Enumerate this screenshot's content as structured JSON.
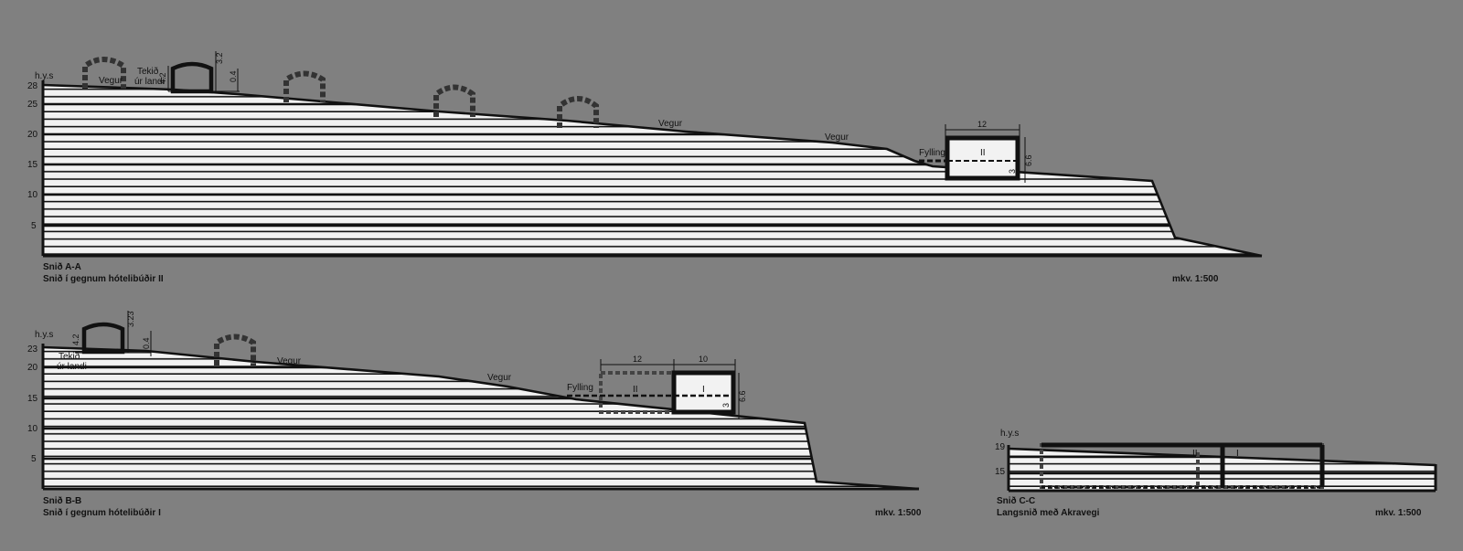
{
  "sections": {
    "aa": {
      "axis_unit": "h.y.s",
      "ticks": [
        "28",
        "25",
        "20",
        "15",
        "10",
        "5"
      ],
      "title": "Snið A-A",
      "subtitle": "Snið í gegnum hótelibúðir II",
      "scale": "mkv. 1:500",
      "labels": {
        "vegur1": "Vegur",
        "tekid1": "Tekið",
        "tekid2": "úr landi",
        "vegur2": "Vegur",
        "vegur3": "Vegur",
        "fylling": "Fylling",
        "roman": "II"
      },
      "dims": {
        "h42": "4.2",
        "h32": "3.2",
        "h04": "0.4",
        "w12": "12",
        "h66": "6.6",
        "h3": "3"
      }
    },
    "bb": {
      "axis_unit": "h.y.s",
      "ticks": [
        "23",
        "20",
        "15",
        "10",
        "5"
      ],
      "title": "Snið B-B",
      "subtitle": "Snið í gegnum hótelibúðir I",
      "scale": "mkv. 1:500",
      "labels": {
        "tekid1": "Tekið",
        "tekid2": "úr landi",
        "vegur1": "Vegur",
        "vegur2": "Vegur",
        "fylling": "Fylling",
        "roman2": "II",
        "roman1": "I"
      },
      "dims": {
        "h42": "4.2",
        "h323": "3.23",
        "h04": "0.4",
        "w12": "12",
        "w10": "10",
        "h66": "6.6",
        "h3": "3"
      }
    },
    "cc": {
      "axis_unit": "h.y.s",
      "ticks": [
        "19",
        "15"
      ],
      "title": "Snið C-C",
      "subtitle": "Langsnið með Akravegi",
      "scale": "mkv. 1:500",
      "labels": {
        "roman2": "II",
        "roman1": "I"
      }
    }
  }
}
